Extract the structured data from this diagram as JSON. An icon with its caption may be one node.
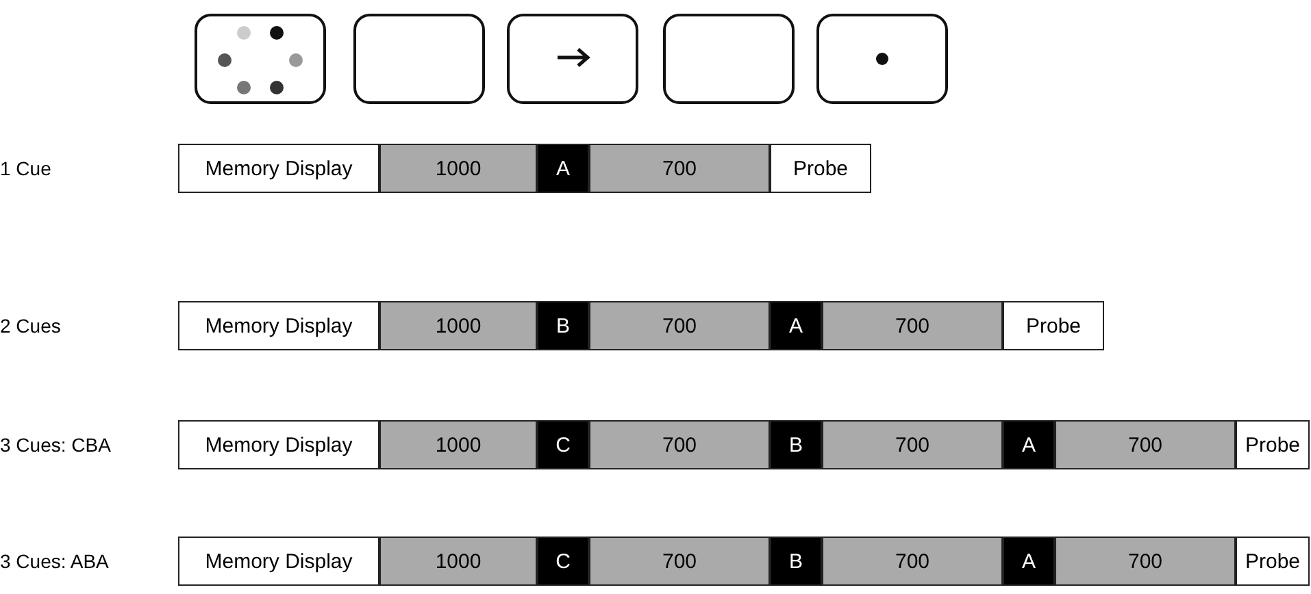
{
  "diagram": {
    "nodes": [
      {
        "text": [],
        "shape": "box"
      },
      {
        "text": [],
        "shape": "box"
      },
      {
        "text": [],
        "shape": "box"
      },
      {
        "text": [],
        "shape": "box"
      },
      {
        "text": [],
        "shape": "box"
      },
      {
        "text": [
          "Memory Display"
        ]
      },
      {
        "text": [
          "1000"
        ]
      },
      {
        "text": [
          "A"
        ]
      },
      {
        "text": [
          "700"
        ]
      },
      {
        "text": [
          "Probe"
        ]
      },
      {
        "text": [
          "Memory Display"
        ]
      },
      {
        "text": [
          "1000"
        ]
      },
      {
        "text": [
          "B"
        ]
      },
      {
        "text": [
          "700"
        ]
      },
      {
        "text": [
          "A"
        ]
      },
      {
        "text": [
          "700"
        ]
      },
      {
        "text": [
          "Probe"
        ]
      },
      {
        "text": [
          "Memory Display"
        ]
      },
      {
        "text": [
          "1000"
        ]
      },
      {
        "text": [
          "C"
        ]
      },
      {
        "text": [
          "700"
        ]
      },
      {
        "text": [
          "B"
        ]
      },
      {
        "text": [
          "700"
        ]
      },
      {
        "text": [
          "A"
        ]
      },
      {
        "text": [
          "700"
        ]
      },
      {
        "text": [
          "Probe"
        ]
      },
      {
        "text": [
          "Memory Display"
        ]
      },
      {
        "text": [
          "1000"
        ]
      },
      {
        "text": [
          "C"
        ]
      },
      {
        "text": [
          "700"
        ]
      },
      {
        "text": [
          "B"
        ]
      },
      {
        "text": [
          "700"
        ]
      },
      {
        "text": [
          "A"
        ]
      },
      {
        "text": [
          "700"
        ]
      },
      {
        "text": [
          "Probe"
        ]
      }
    ],
    "edges": [],
    "labels": [
      "1 Cue",
      "2 Cues",
      "3 Cues: CBA",
      "3 Cues: ABA"
    ]
  }
}
